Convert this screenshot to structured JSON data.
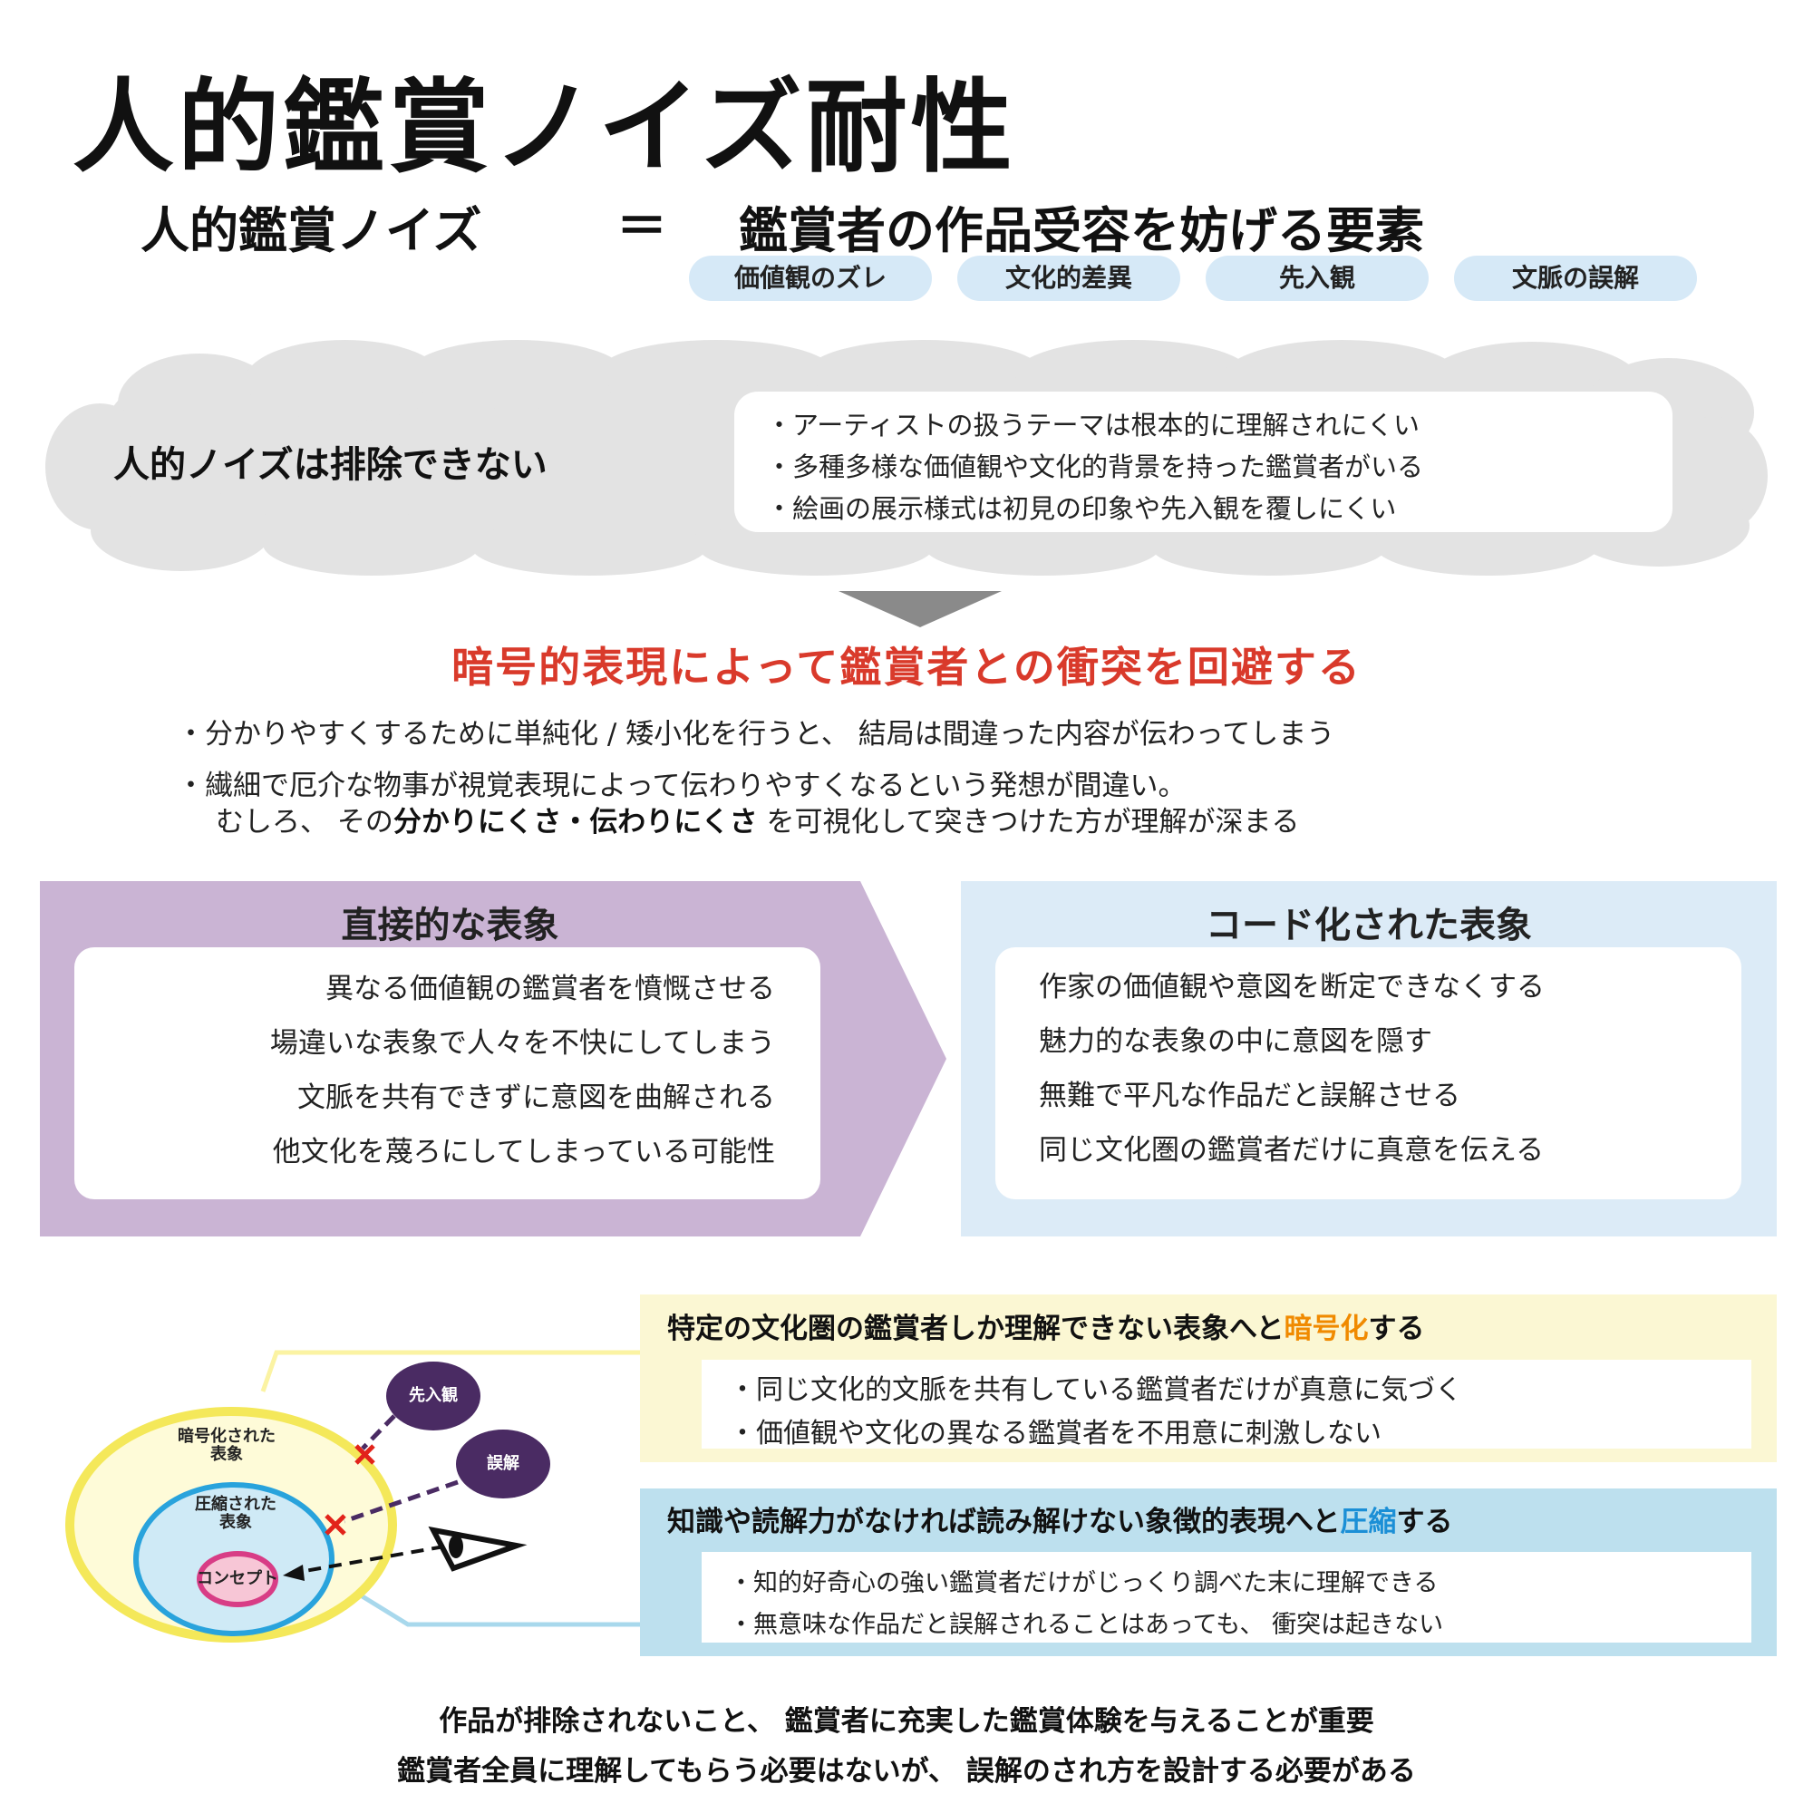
{
  "title": "人的鑑賞ノイズ耐性",
  "definition": {
    "term": "人的鑑賞ノイズ",
    "equals": "＝",
    "meaning": "鑑賞者の作品受容を妨げる要素",
    "tags": [
      "価値観のズレ",
      "文化的差異",
      "先入観",
      "文脈の誤解"
    ]
  },
  "cloud": {
    "heading": "人的ノイズは排除できない",
    "reasons": [
      "・アーティストの扱うテーマは根本的に理解されにくい",
      "・多種多様な価値観や文化的背景を持った鑑賞者がいる",
      "・絵画の展示様式は初見の印象や先入観を覆しにくい"
    ]
  },
  "strategy": {
    "heading": "暗号的表現によって鑑賞者との衝突を回避する",
    "points": [
      "・分かりやすくするために単純化 / 矮小化を行うと、 結局は間違った内容が伝わってしまう",
      "・繊細で厄介な物事が視覚表現によって伝わりやすくなるという発想が間違い。"
    ],
    "point2_cont_pre": "むしろ、 その",
    "point2_cont_bold": "分かりにくさ・伝わりにくさ",
    "point2_cont_post": " を可視化して突きつけた方が理解が深まる"
  },
  "direct": {
    "title": "直接的な表象",
    "items": [
      "異なる価値観の鑑賞者を憤慨させる",
      "場違いな表象で人々を不快にしてしまう",
      "文脈を共有できずに意図を曲解される",
      "他文化を蔑ろにしてしまっている可能性"
    ]
  },
  "coded": {
    "title": "コード化された表象",
    "items": [
      "作家の価値観や意図を断定できなくする",
      "魅力的な表象の中に意図を隠す",
      "無難で平凡な作品だと誤解させる",
      "同じ文化圏の鑑賞者だけに真意を伝える"
    ]
  },
  "diagram": {
    "outer_label": "暗号化された\n表象",
    "inner_label": "圧縮された\n表象",
    "core_label": "コンセプト",
    "bubble1": "先入観",
    "bubble2": "誤解"
  },
  "encrypt": {
    "head_pre": "特定の文化圏の鑑賞者しか理解できない表象へと",
    "head_accent": "暗号化",
    "head_post": "する",
    "items": [
      "・同じ文化的文脈を共有している鑑賞者だけが真意に気づく",
      "・価値観や文化の異なる鑑賞者を不用意に刺激しない"
    ]
  },
  "compress": {
    "head_pre": "知識や読解力がなければ読み解けない象徴的表現へと",
    "head_accent": "圧縮",
    "head_post": "する",
    "items": [
      "・知的好奇心の強い鑑賞者だけがじっくり調べた末に理解できる",
      "・無意味な作品だと誤解されることはあっても、 衝突は起きない"
    ]
  },
  "conclusion": [
    "作品が排除されないこと、 鑑賞者に充実した鑑賞体験を与えることが重要",
    "鑑賞者全員に理解してもらう必要はないが、 誤解のされ方を設計する必要がある"
  ],
  "colors": {
    "accent_red": "#d93a2b",
    "tag_bg": "#d6e9f7",
    "cloud_bg": "#e3e3e3",
    "direct_bg": "#cab4d4",
    "coded_bg": "#dcebf7",
    "encrypt_bg": "#fbf7d3",
    "compress_bg": "#bde0ee",
    "accent_orange": "#f08a00",
    "accent_blue": "#1b8fd6",
    "bubble_purple": "#4a2b63"
  }
}
